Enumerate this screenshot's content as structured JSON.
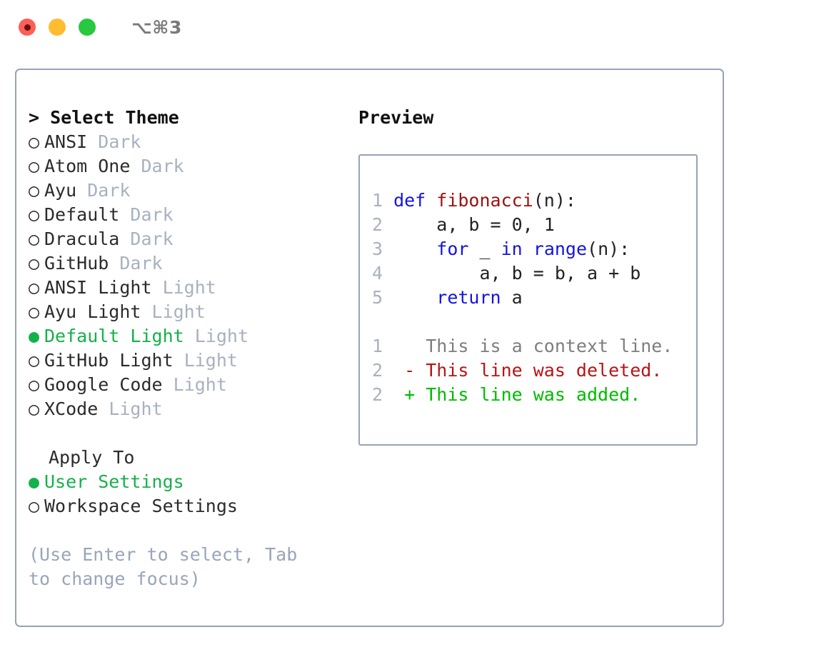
{
  "titlebar": {
    "shortcut": "⌥⌘3",
    "buttons": [
      {
        "name": "close",
        "color": "#fc5f57"
      },
      {
        "name": "minimize",
        "color": "#febc2e"
      },
      {
        "name": "zoom",
        "color": "#28c840"
      }
    ]
  },
  "theme_picker": {
    "header_caret": ">",
    "header": "Select Theme",
    "marker_unselected": "○",
    "marker_selected": "●",
    "accent_color": "#14b14a",
    "muted_color": "#a8b1bf",
    "items": [
      {
        "marker": "○",
        "label": "ANSI",
        "suffix": "Dark",
        "selected": false
      },
      {
        "marker": "○",
        "label": "Atom One",
        "suffix": "Dark",
        "selected": false
      },
      {
        "marker": "○",
        "label": "Ayu",
        "suffix": "Dark",
        "selected": false
      },
      {
        "marker": "○",
        "label": "Default",
        "suffix": "Dark",
        "selected": false
      },
      {
        "marker": "○",
        "label": "Dracula",
        "suffix": "Dark",
        "selected": false
      },
      {
        "marker": "○",
        "label": "GitHub",
        "suffix": "Dark",
        "selected": false
      },
      {
        "marker": "○",
        "label": "ANSI Light",
        "suffix": "Light",
        "selected": false
      },
      {
        "marker": "○",
        "label": "Ayu Light",
        "suffix": "Light",
        "selected": false
      },
      {
        "marker": "●",
        "label": "Default Light",
        "suffix": "Light",
        "selected": true
      },
      {
        "marker": "○",
        "label": "GitHub Light",
        "suffix": "Light",
        "selected": false
      },
      {
        "marker": "○",
        "label": "Google Code",
        "suffix": "Light",
        "selected": false
      },
      {
        "marker": "○",
        "label": "XCode",
        "suffix": "Light",
        "selected": false
      }
    ]
  },
  "apply_to": {
    "label": "Apply To",
    "items": [
      {
        "marker": "●",
        "label": "User Settings",
        "selected": true
      },
      {
        "marker": "○",
        "label": "Workspace Settings",
        "selected": false
      }
    ]
  },
  "hint": "(Use Enter to select, Tab to change focus)",
  "preview": {
    "title": "Preview",
    "code_lines": [
      {
        "num": "1",
        "segments": [
          {
            "t": "def ",
            "c": "kw"
          },
          {
            "t": "fibonacci",
            "c": "fn"
          },
          {
            "t": "(n):",
            "c": "txt"
          }
        ]
      },
      {
        "num": "2",
        "segments": [
          {
            "t": "    a, b = 0, 1",
            "c": "txt"
          }
        ]
      },
      {
        "num": "3",
        "segments": [
          {
            "t": "    ",
            "c": "txt"
          },
          {
            "t": "for",
            "c": "kw"
          },
          {
            "t": " _ ",
            "c": "txt"
          },
          {
            "t": "in",
            "c": "kw"
          },
          {
            "t": " ",
            "c": "txt"
          },
          {
            "t": "range",
            "c": "kw"
          },
          {
            "t": "(n):",
            "c": "txt"
          }
        ]
      },
      {
        "num": "4",
        "segments": [
          {
            "t": "        a, b = b, a + b",
            "c": "txt"
          }
        ]
      },
      {
        "num": "5",
        "segments": [
          {
            "t": "    ",
            "c": "txt"
          },
          {
            "t": "return",
            "c": "kw"
          },
          {
            "t": " a",
            "c": "txt"
          }
        ]
      }
    ],
    "diff_lines": [
      {
        "num": "1",
        "text": "   This is a context line.",
        "kind": "ctx"
      },
      {
        "num": "2",
        "text": " - This line was deleted.",
        "kind": "del"
      },
      {
        "num": "2",
        "text": " + This line was added.",
        "kind": "add"
      }
    ]
  }
}
